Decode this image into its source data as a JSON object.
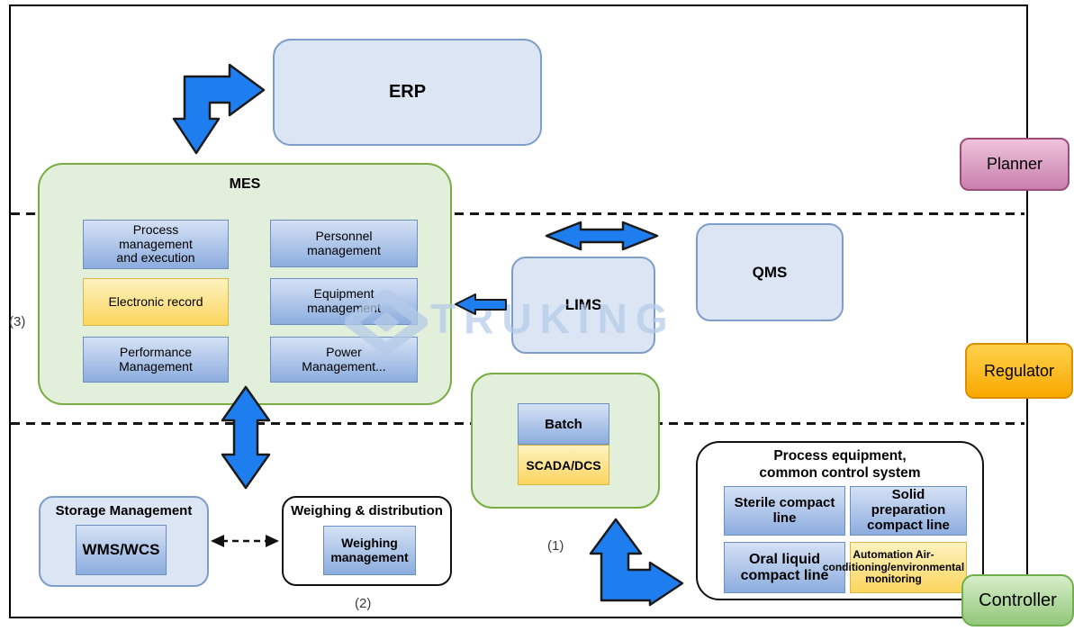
{
  "palette": {
    "arrow_blue": "#1e7ef0",
    "panel_blue_fill": "#dbe5f4",
    "panel_blue_border": "#7d9dca",
    "green_fill": "#e2efda",
    "green_border": "#77ad42",
    "module_blue_top": "#d5e1f5",
    "module_blue_bottom": "#8cadde",
    "module_yellow_top": "#fdf2c0",
    "module_yellow_bottom": "#fbd55e",
    "planner_pink": "#c97fae",
    "regulator_orange": "#f8a800",
    "controller_green": "#92c77b",
    "watermark_blue": "#b5cbe9"
  },
  "systems": {
    "erp": {
      "label": "ERP"
    },
    "mes": {
      "title": "MES",
      "modules": [
        "Process management and execution",
        "Personnel management",
        "Electronic record",
        "Equipment management",
        "Performance Management",
        "Power Management..."
      ]
    },
    "lims": {
      "label": "LIMS"
    },
    "qms": {
      "label": "QMS"
    },
    "batch_group": {
      "batch": "Batch",
      "scada": "SCADA/DCS"
    },
    "process_equipment": {
      "title_lines": [
        "Process equipment,",
        "common control system"
      ],
      "units": [
        "Sterile compact line",
        "Solid preparation compact line",
        "Oral liquid compact line"
      ],
      "automation_lines": [
        "Automation Air-",
        "conditioning/environmental",
        "monitoring"
      ]
    },
    "storage": {
      "title": "Storage Management",
      "system": "WMS/WCS"
    },
    "weighing": {
      "title": "Weighing & distribution",
      "system": "Weighing management"
    }
  },
  "roles": {
    "planner": "Planner",
    "regulator": "Regulator",
    "controller": "Controller"
  },
  "annotations": {
    "note1": "(1)",
    "note2": "(2)",
    "note3": "(3)"
  },
  "watermark": {
    "text": "TRUKING"
  }
}
